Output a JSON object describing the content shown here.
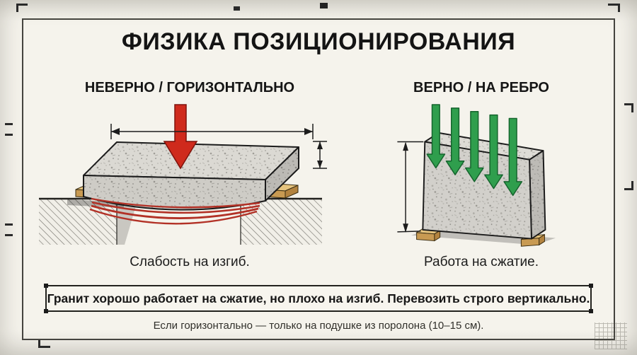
{
  "title": "ФИЗИКА ПОЗИЦИОНИРОВАНИЯ",
  "left": {
    "heading": "НЕВЕРНО / ГОРИЗОНТАЛЬНО",
    "caption": "Слабость на изгиб."
  },
  "right": {
    "heading": "ВЕРНО / НА РЕБРО",
    "caption": "Работа на сжатие."
  },
  "note": "Гранит хорошо работает на сжатие, но плохо на изгиб. Перевозить строго вертикально.",
  "footer": "Если горизонтально — только на подушке из поролона (10–15 см).",
  "colors": {
    "paper": "#f5f3ec",
    "ink": "#141414",
    "wrong_arrow": "#cf2a1c",
    "correct_arrow": "#2f9e4d",
    "bend_lines": "#b23126",
    "wood": "#d9ae63"
  },
  "icons": {
    "wrong_arrow": "red-down-arrow-icon",
    "correct_arrows": "green-down-arrows-icon"
  }
}
